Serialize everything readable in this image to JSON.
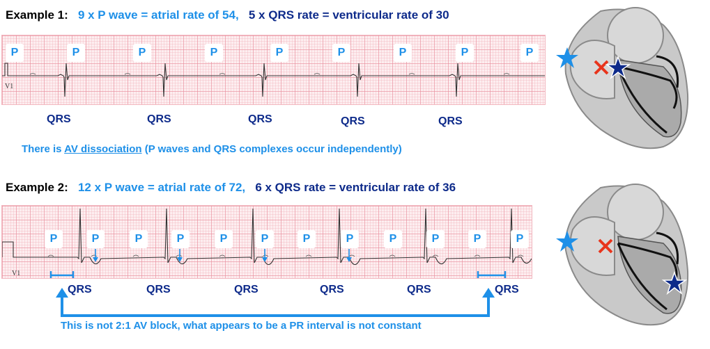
{
  "example1": {
    "label": "Example 1:",
    "atrial_text": "9 x P wave = atrial rate of 54,",
    "ventricular_text": "5 x QRS rate = ventricular rate of 30",
    "p_label": "P",
    "qrs_label": "QRS",
    "lead_label": "V1",
    "note_prefix": "There is ",
    "note_link": "AV dissociation",
    "note_suffix": " (P waves and QRS complexes occur independently)"
  },
  "example2": {
    "label": "Example 2:",
    "atrial_text": "12 x P wave = atrial rate of 72,",
    "ventricular_text": "6 x QRS rate = ventricular rate of 36",
    "p_label": "P",
    "qrs_label": "QRS",
    "lead_label": "V1",
    "note": "This is not 2:1 AV block, what appears to be a PR interval is not constant"
  },
  "colors": {
    "atrial": "#1e90e8",
    "ventricular": "#0d2a8a",
    "block_marker": "#e8341c",
    "heart_fill": "#c9c9c9",
    "heart_outline": "#8a8a8a"
  },
  "icons": {
    "atrial_pacemaker": "star-icon",
    "ventricular_pacemaker": "star-icon",
    "conduction_block": "cross-icon"
  }
}
